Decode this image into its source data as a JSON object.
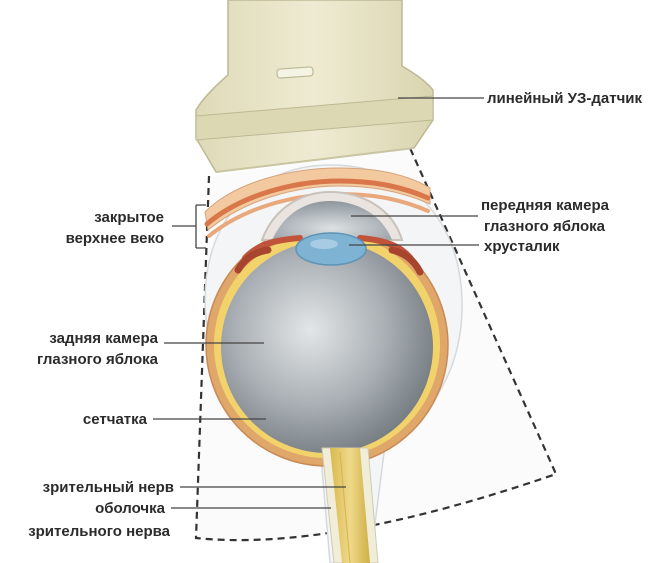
{
  "labels": {
    "transducer": "линейный УЗ-датчик",
    "closed_lid_1": "закрытое",
    "closed_lid_2": "верхнее веко",
    "anterior_1": "передняя камера",
    "anterior_2": "глазного яблока",
    "lens": "хрусталик",
    "posterior_1": "задняя камера",
    "posterior_2": "глазного яблока",
    "retina": "сетчатка",
    "optic_nerve": "зрительный нерв",
    "sheath_1": "оболочка",
    "sheath_2": "зрительного нерва"
  },
  "colors": {
    "transducer_body": "#e9e6c8",
    "transducer_band": "#dcd8b3",
    "lid_skin": "#f3c9a0",
    "lid_muscle": "#d9774a",
    "sclera": "#e2b37a",
    "retina": "#f2d36b",
    "vitreous_dark": "#8f969c",
    "vitreous_light": "#d7dadd",
    "lens": "#7fb3d3",
    "nerve": "#e7cf6a",
    "dashed_field": "#333333"
  }
}
